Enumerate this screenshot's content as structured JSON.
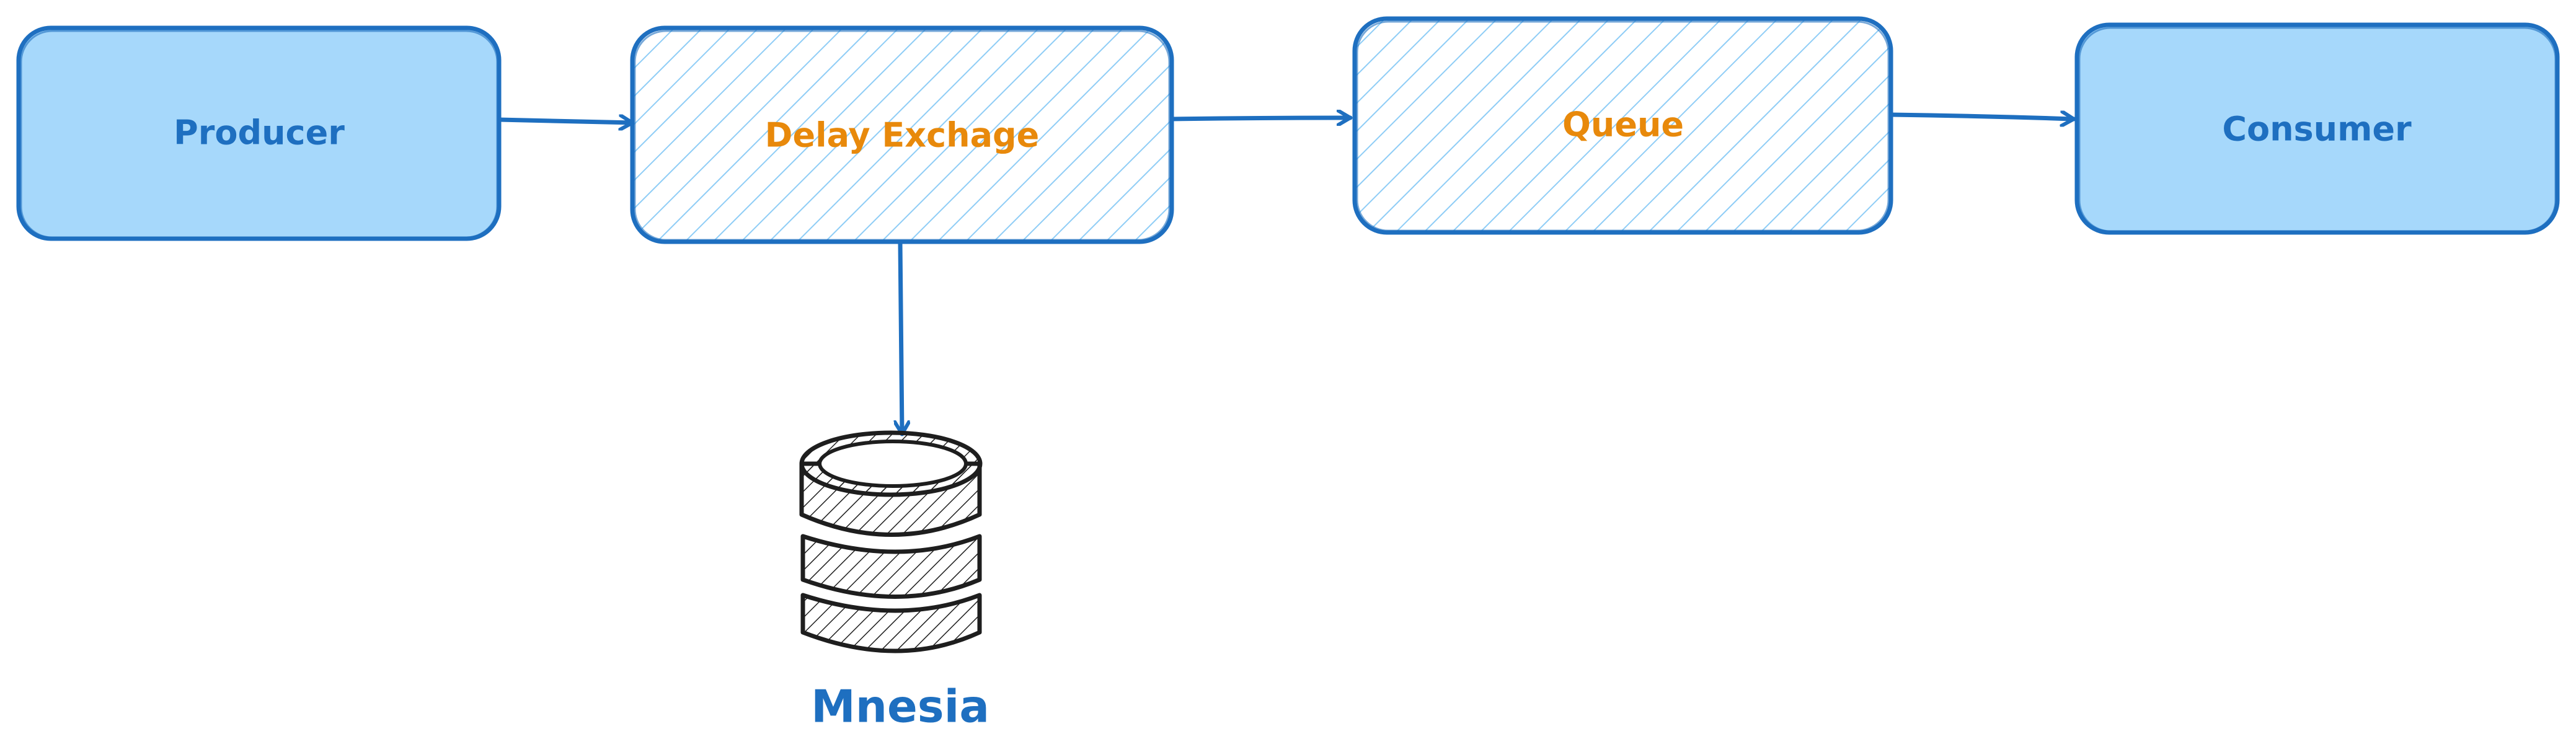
{
  "nodes": {
    "producer": {
      "label": "Producer",
      "style": "solid"
    },
    "delay_exchange": {
      "label": "Delay Exchage",
      "style": "hatched"
    },
    "queue": {
      "label": "Queue",
      "style": "hatched"
    },
    "consumer": {
      "label": "Consumer",
      "style": "solid"
    },
    "mnesia": {
      "label": "Mnesia",
      "icon": "database-icon"
    }
  },
  "edges": [
    {
      "from": "producer",
      "to": "delay_exchange"
    },
    {
      "from": "delay_exchange",
      "to": "queue"
    },
    {
      "from": "queue",
      "to": "consumer"
    },
    {
      "from": "delay_exchange",
      "to": "mnesia"
    }
  ],
  "colors": {
    "stroke": "#1e6fc0",
    "fill": "#a6d8fb",
    "hatch": "#8fcdf6",
    "label_blue": "#1e6fc0",
    "label_orange": "#e8890b",
    "db_stroke": "#1e1e1e"
  }
}
